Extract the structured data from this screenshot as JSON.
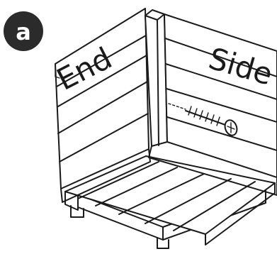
{
  "step": {
    "letter": "a"
  },
  "panels": {
    "end_label": "End",
    "side_label": "Side"
  },
  "colors": {
    "ink": "#1a1a1a",
    "badge": "#2b2b2b",
    "background": "#ffffff"
  },
  "icons": {
    "fastener": "screw-icon"
  }
}
